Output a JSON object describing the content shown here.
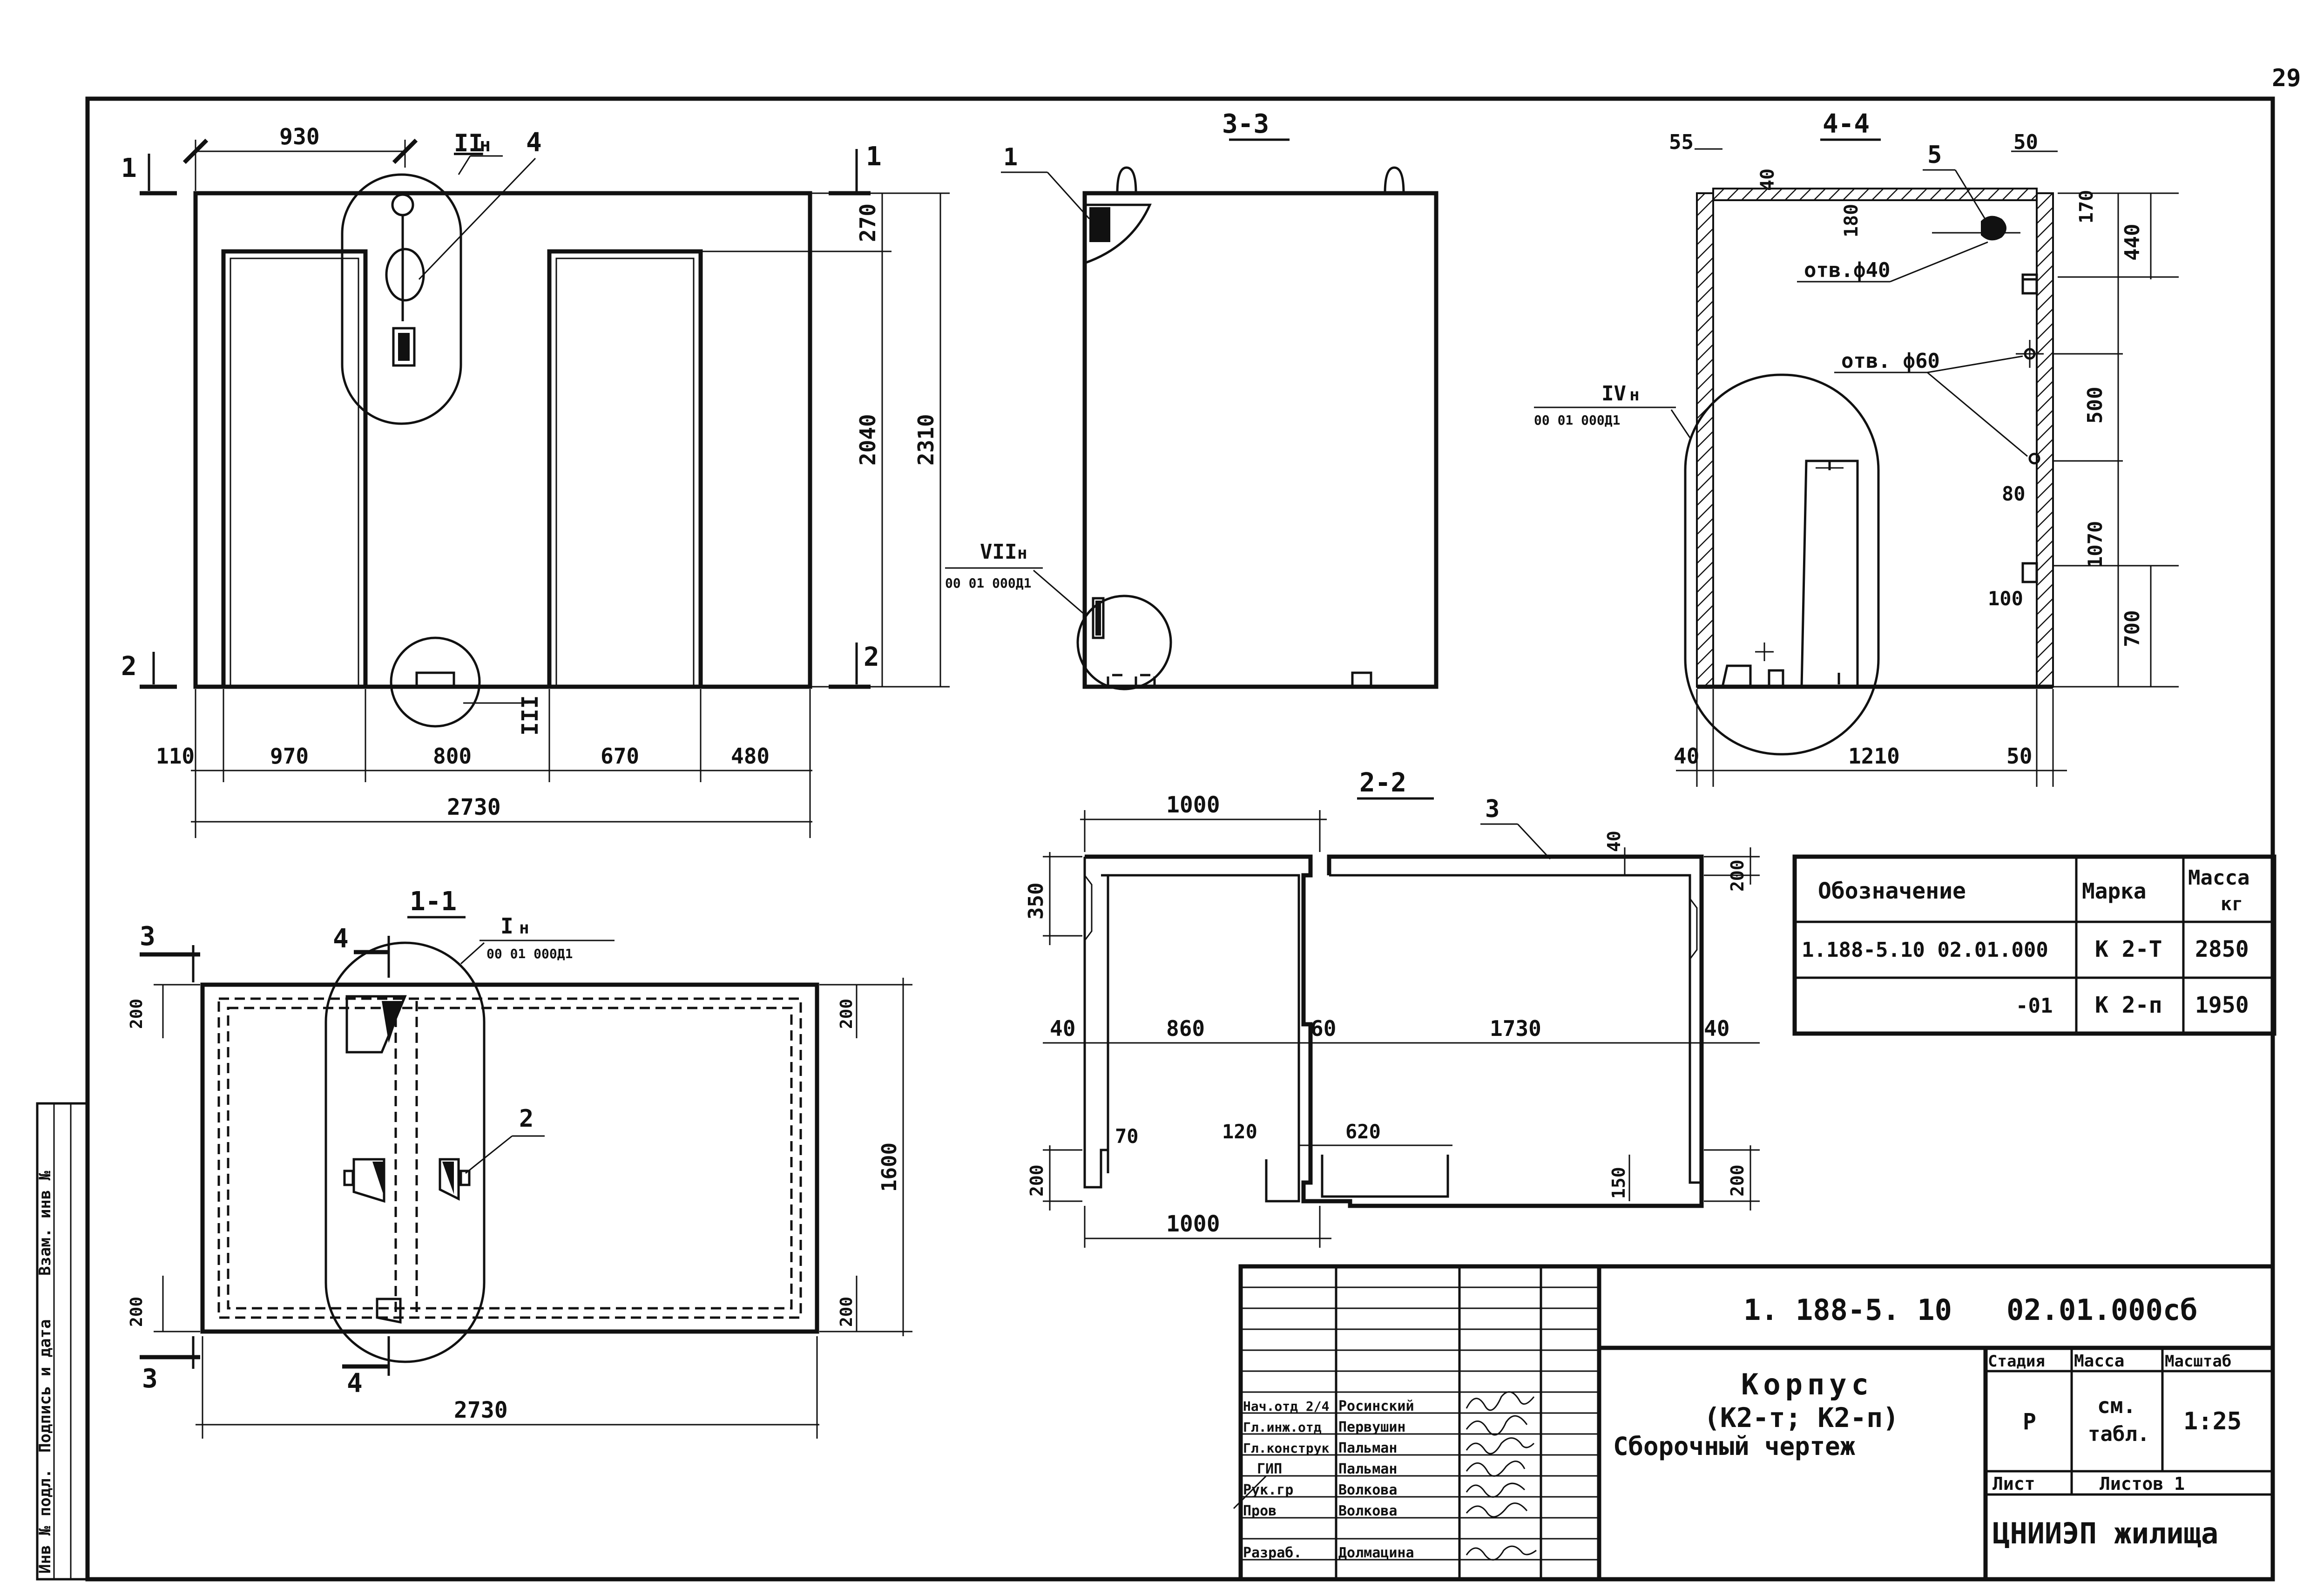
{
  "page_number": "29",
  "views": {
    "front": {
      "cut_1": "1",
      "cut_2": "2",
      "dims": {
        "top_930": "930",
        "d270": "270",
        "d2040": "2040",
        "d2310": "2310",
        "b110": "110",
        "b970": "970",
        "b800": "800",
        "b670": "670",
        "b480": "480",
        "total": "2730"
      },
      "callouts": {
        "node2": "II",
        "node2_sub": "н",
        "pos4": "4",
        "node3": "III"
      }
    },
    "s33": {
      "title": "3-3",
      "pos1": "1",
      "node7": "VII",
      "node7_sub": "н",
      "node7_ref": "00 01 000Д1"
    },
    "s44": {
      "title": "4-4",
      "pos5": "5",
      "dims": {
        "d55": "55",
        "d40": "40",
        "d50": "50",
        "d180": "180",
        "d170": "170",
        "d440": "440",
        "d500": "500",
        "d80": "80",
        "d1070": "1070",
        "d100": "100",
        "d700": "700",
        "b40": "40",
        "b1210": "1210",
        "b50": "50"
      },
      "hole40": "отв.ф40",
      "hole60": "отв. ф60",
      "node4": "IV",
      "node4_sub": "н",
      "node4_ref": "00 01 000Д1"
    },
    "s11": {
      "title": "1-1",
      "cut3": "3",
      "cut4": "4",
      "pos4": "4",
      "pos2": "2",
      "node1": "I",
      "node1_sub": "н",
      "node1_ref": "00 01 000Д1",
      "dims": {
        "l200a": "200",
        "l200b": "200",
        "r200a": "200",
        "r200b": "200",
        "d1600": "1600",
        "total": "2730"
      }
    },
    "s22": {
      "title": "2-2",
      "pos3": "3",
      "dims": {
        "t1000": "1000",
        "d350": "350",
        "d40t": "40",
        "d200t": "200",
        "d40l": "40",
        "d860": "860",
        "d60": "60",
        "d1730": "1730",
        "d40r": "40",
        "d200bl": "200",
        "d70": "70",
        "d120": "120",
        "d620": "620",
        "d150": "150",
        "d200br": "200",
        "b1000": "1000"
      }
    }
  },
  "spec_table": {
    "headers": [
      "Обозначение",
      "Марка",
      "Масса",
      "кг"
    ],
    "rows": [
      {
        "designation": "1.188-5.10   02.01.000",
        "mark": "К 2-Т",
        "mass": "2850"
      },
      {
        "designation": "-01",
        "mark": "К 2-п",
        "mass": "1950"
      }
    ]
  },
  "left_strip": {
    "col1": "Инв № подл.",
    "col2": "Подпись и дата",
    "col3": "Взам. инв №"
  },
  "title_block": {
    "code": "1. 188-5. 10",
    "doc": "02.01.000сб",
    "name_line1": "Корпус",
    "name_line2": "(К2-т; К2-п)",
    "name_line3": "Сборочный   чертеж",
    "stage_label": "Стадия",
    "mass_label": "Масса",
    "scale_label": "Масштаб",
    "stage": "Р",
    "mass_value_1": "см.",
    "mass_value_2": "табл.",
    "scale": "1:25",
    "sheet_label": "Лист",
    "sheets_label": "Листов 1",
    "org": "ЦНИИЭП жилища",
    "signatures": [
      {
        "role": "Нач.отд 2/4",
        "name": "Росинский"
      },
      {
        "role": "Гл.инж.отд",
        "name": "Первушин"
      },
      {
        "role": "Гл.конструк",
        "name": "Пальман"
      },
      {
        "role": "ГИП",
        "name": "Пальман"
      },
      {
        "role": "Рук.гр",
        "name": "Волкова"
      },
      {
        "role": "Пров",
        "name": "Волкова"
      },
      {
        "role": "Разраб.",
        "name": "Долмацина"
      }
    ]
  }
}
